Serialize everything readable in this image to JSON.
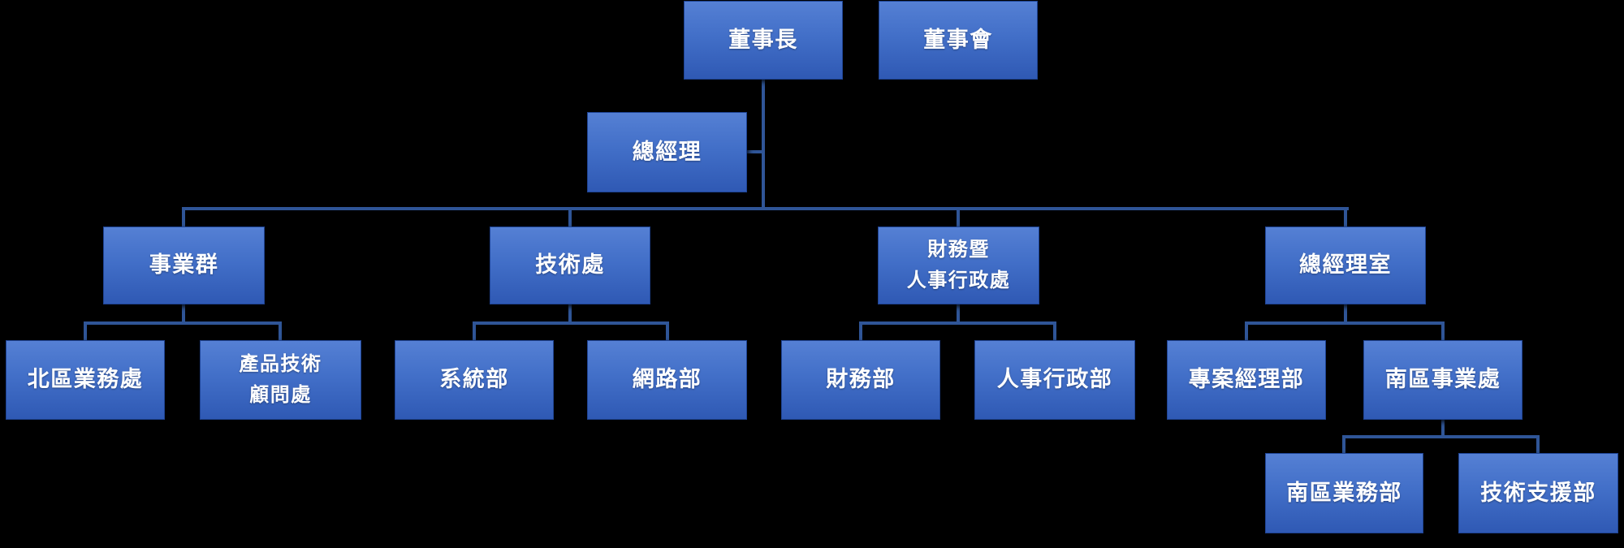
{
  "org_chart": {
    "colors": {
      "background": "#000000",
      "node_fill_top": "#5580d4",
      "node_fill_bottom": "#2f59b4",
      "node_border": "#1f4494",
      "connector": "#2f5597",
      "text": "#ffffff"
    },
    "nodes": [
      {
        "id": "chairman",
        "label": "董事長",
        "level": 1,
        "parent": null
      },
      {
        "id": "board_of_directors",
        "label": "董事會",
        "level": 1,
        "parent": null
      },
      {
        "id": "general_manager",
        "label": "總經理",
        "level": 2,
        "parent": "chairman"
      },
      {
        "id": "business_group",
        "label": "事業群",
        "level": 3,
        "parent": "general_manager"
      },
      {
        "id": "technology_division",
        "label": "技術處",
        "level": 3,
        "parent": "general_manager"
      },
      {
        "id": "finance_hr_division",
        "label": "財務暨\n人事行政處",
        "level": 3,
        "parent": "general_manager"
      },
      {
        "id": "gm_office",
        "label": "總經理室",
        "level": 3,
        "parent": "general_manager"
      },
      {
        "id": "north_sales_division",
        "label": "北區業務處",
        "level": 4,
        "parent": "business_group"
      },
      {
        "id": "product_tech_consulting",
        "label": "產品技術\n顧問處",
        "level": 4,
        "parent": "business_group"
      },
      {
        "id": "systems_dept",
        "label": "系統部",
        "level": 4,
        "parent": "technology_division"
      },
      {
        "id": "network_dept",
        "label": "網路部",
        "level": 4,
        "parent": "technology_division"
      },
      {
        "id": "finance_dept",
        "label": "財務部",
        "level": 4,
        "parent": "finance_hr_division"
      },
      {
        "id": "hr_admin_dept",
        "label": "人事行政部",
        "level": 4,
        "parent": "finance_hr_division"
      },
      {
        "id": "project_manager_dept",
        "label": "專案經理部",
        "level": 4,
        "parent": "gm_office"
      },
      {
        "id": "south_business_division",
        "label": "南區事業處",
        "level": 4,
        "parent": "gm_office"
      },
      {
        "id": "south_sales_dept",
        "label": "南區業務部",
        "level": 5,
        "parent": "south_business_division"
      },
      {
        "id": "tech_support_dept",
        "label": "技術支援部",
        "level": 5,
        "parent": "south_business_division"
      }
    ]
  }
}
